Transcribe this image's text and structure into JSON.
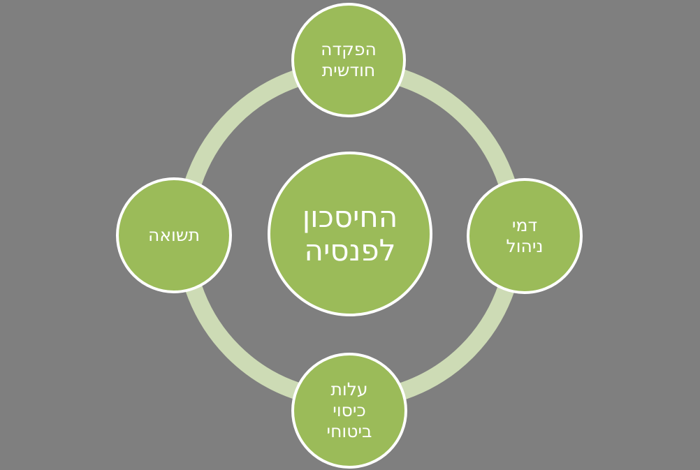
{
  "diagram": {
    "type": "cycle-radial",
    "colors": {
      "background": "#7f7f7f",
      "ring": "#cddbb5",
      "node_fill": "#9bbb59",
      "node_border": "#ffffff",
      "text": "#ffffff"
    },
    "center": {
      "lines": [
        "החיסכון",
        "לפנסיה"
      ]
    },
    "satellites": [
      {
        "position": "top",
        "lines": [
          "הפקדה",
          "חודשית"
        ]
      },
      {
        "position": "right",
        "lines": [
          "דמי",
          "ניהול"
        ]
      },
      {
        "position": "bottom",
        "lines": [
          "עלות",
          "כיסוי",
          "ביטוחי"
        ]
      },
      {
        "position": "left",
        "lines": [
          "תשואה"
        ]
      }
    ]
  }
}
